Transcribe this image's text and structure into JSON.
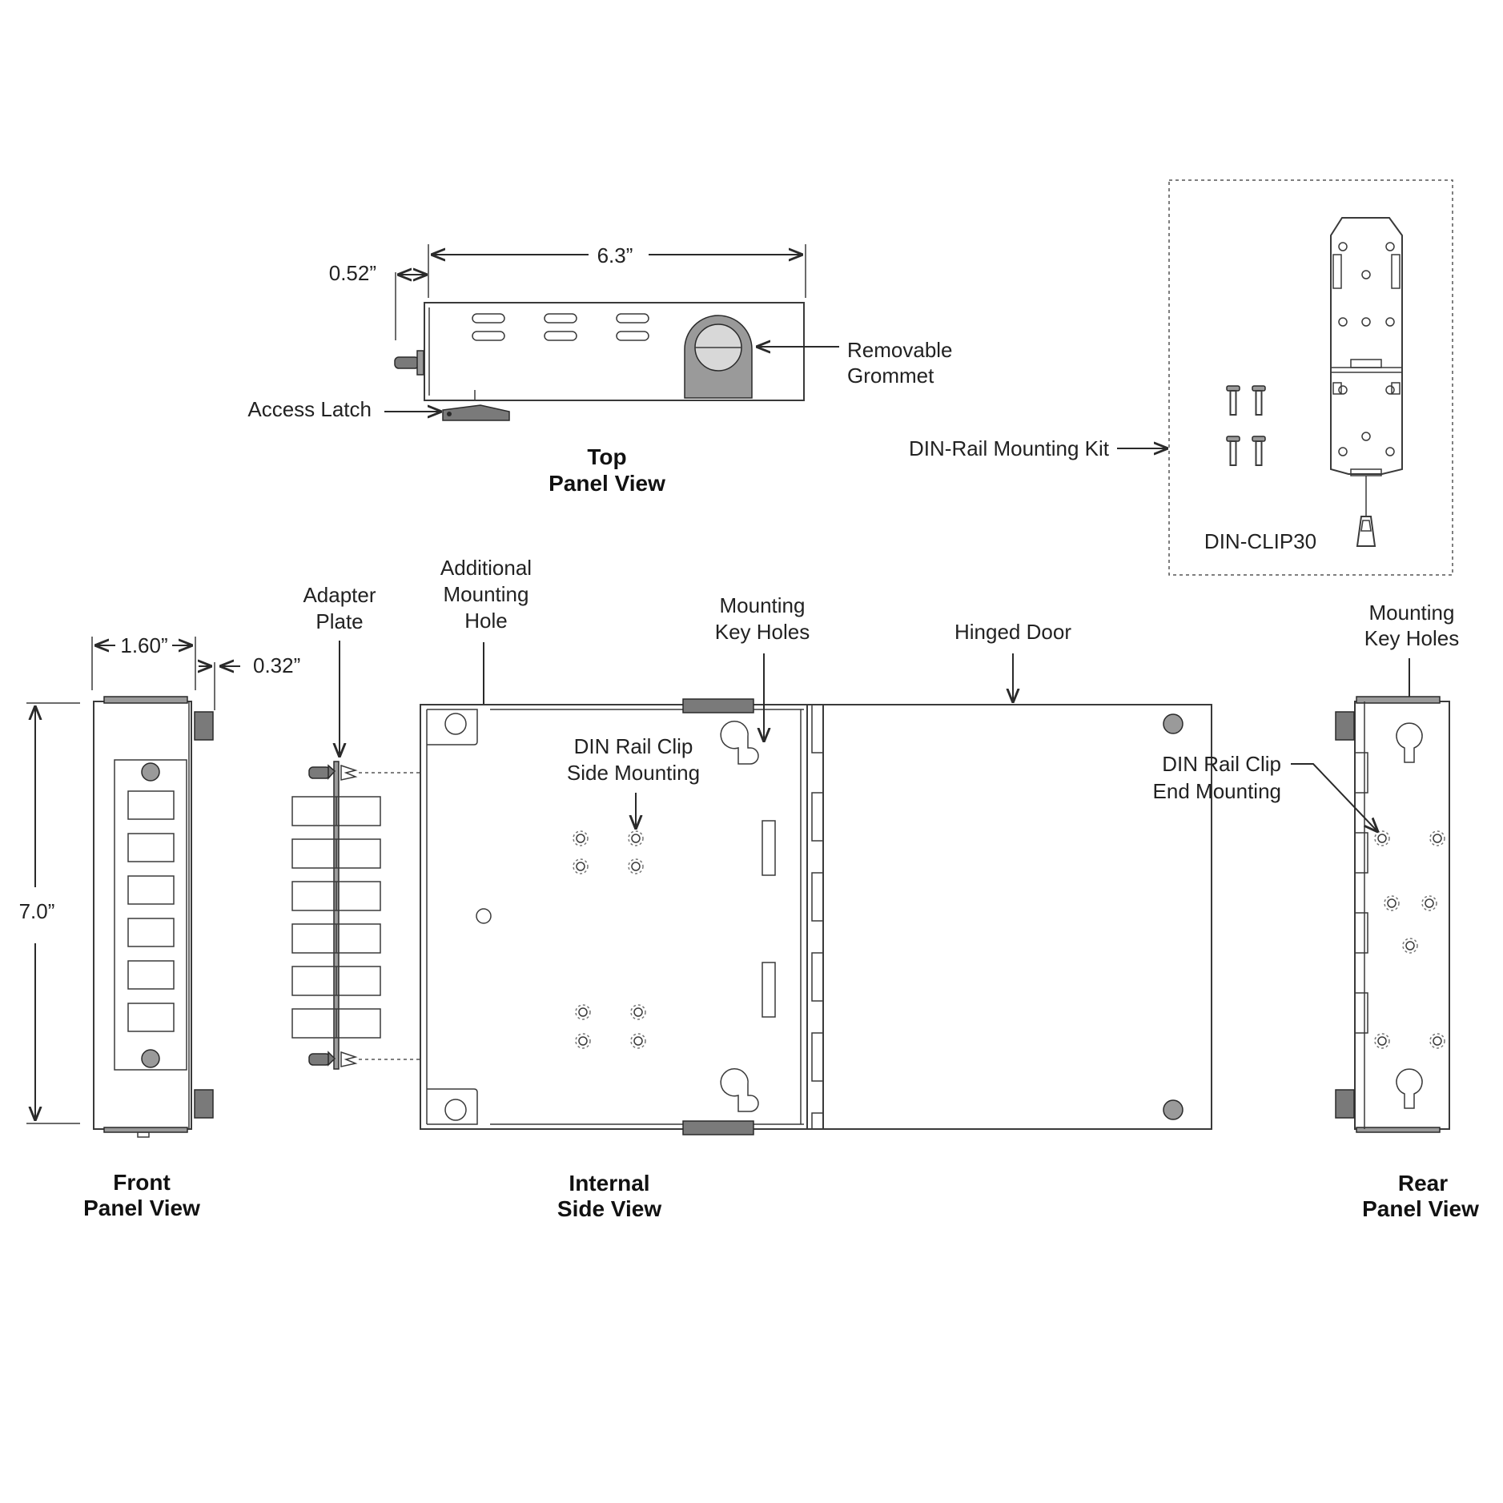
{
  "top_view": {
    "title_line1": "Top",
    "title_line2": "Panel View",
    "dim_width": "6.3”",
    "dim_offset": "0.52”",
    "grommet_line1": "Removable",
    "grommet_line2": "Grommet",
    "latch_label": "Access Latch"
  },
  "din_kit": {
    "label": "DIN-Rail Mounting Kit",
    "part_number": "DIN-CLIP30"
  },
  "front_view": {
    "title_line1": "Front",
    "title_line2": "Panel View",
    "dim_depth": "1.60”",
    "dim_offset": "0.32”",
    "dim_height": "7.0”"
  },
  "adapter_plate": {
    "label_line1": "Adapter",
    "label_line2": "Plate"
  },
  "internal_view": {
    "title_line1": "Internal",
    "title_line2": "Side View",
    "additional_hole_line1": "Additional",
    "additional_hole_line2": "Mounting",
    "additional_hole_line3": "Hole",
    "key_holes_line1": "Mounting",
    "key_holes_line2": "Key Holes",
    "din_side_line1": "DIN Rail Clip",
    "din_side_line2": "Side Mounting",
    "hinged_door": "Hinged Door"
  },
  "rear_view": {
    "title_line1": "Rear",
    "title_line2": "Panel View",
    "key_holes_line1": "Mounting",
    "key_holes_line2": "Key Holes",
    "din_end_line1": "DIN Rail Clip",
    "din_end_line2": "End Mounting"
  }
}
